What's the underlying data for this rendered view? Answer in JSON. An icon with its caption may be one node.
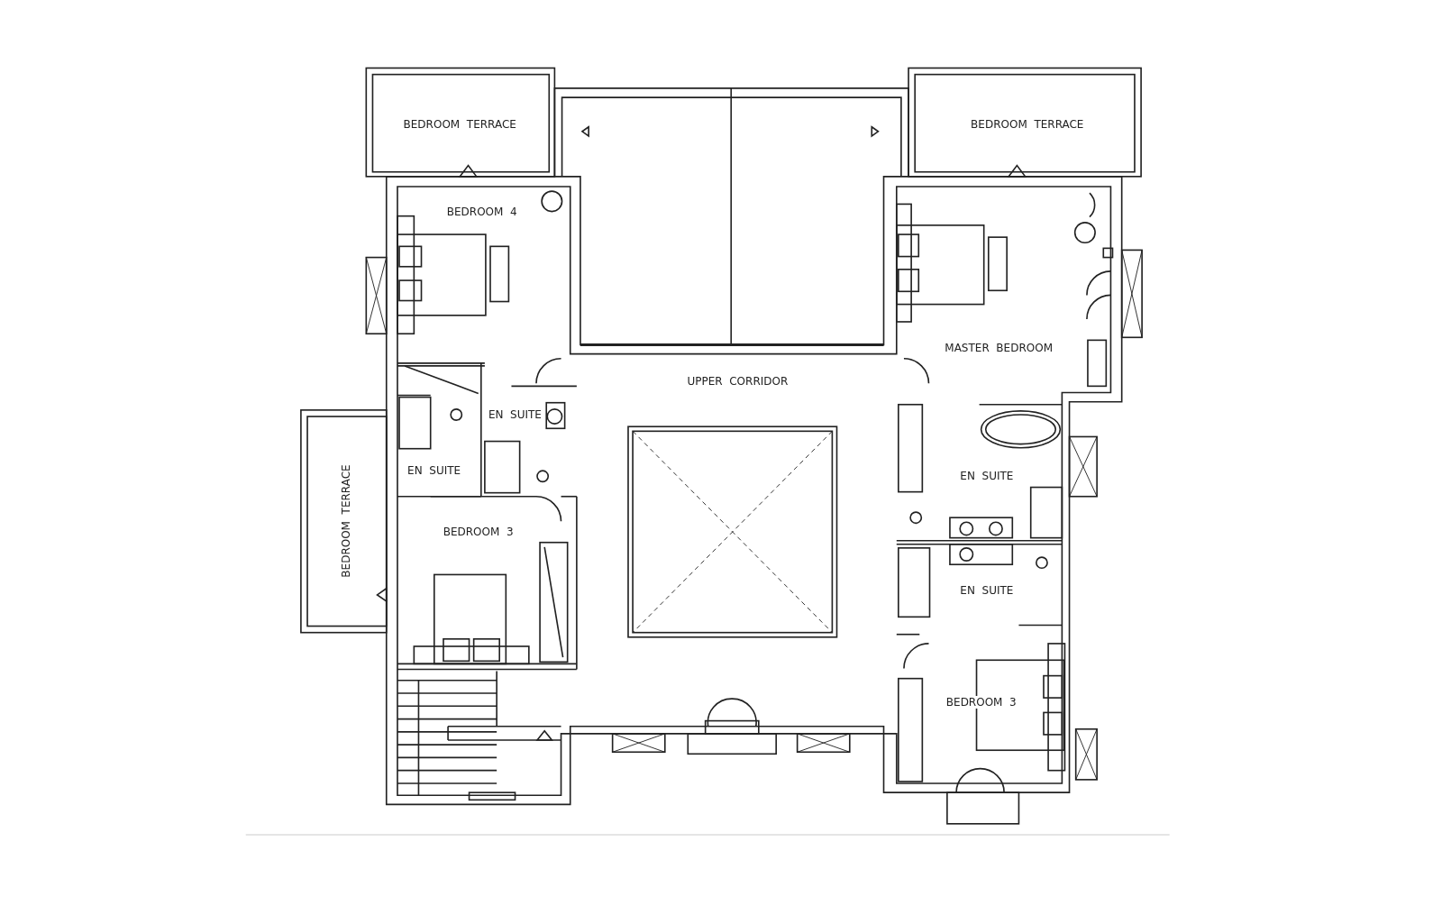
{
  "diagram": {
    "labels": [
      "BEDROOM  TERRACE",
      "BEDROOM  TERRACE",
      "BEDROOM  4",
      "MASTER  BEDROOM",
      "UPPER  CORRIDOR",
      "EN  SUITE",
      "EN  SUITE",
      "EN  SUITE",
      "BEDROOM  TERRACE",
      "BEDROOM  3",
      "EN  SUITE",
      "BEDROOM  3"
    ]
  }
}
